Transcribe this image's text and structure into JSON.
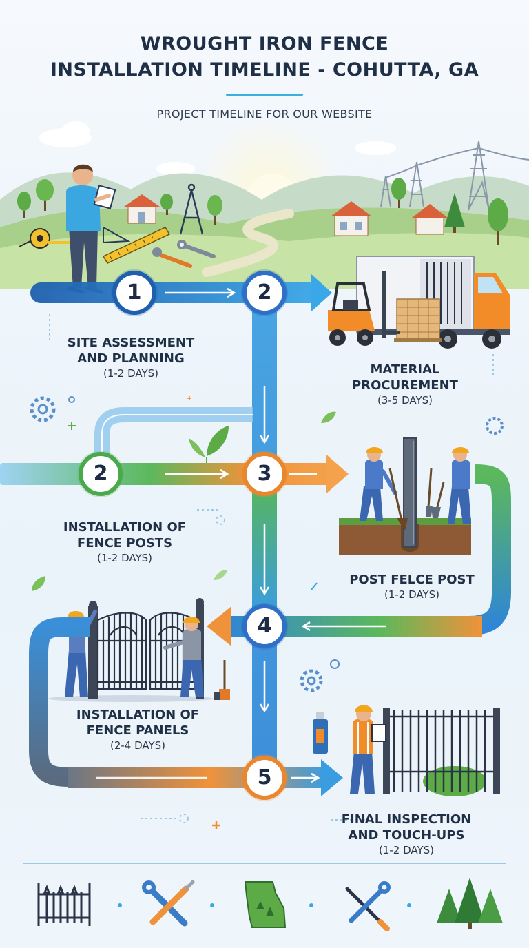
{
  "header": {
    "title_line1": "WROUGHT IRON FENCE",
    "title_line2": "INSTALLATION TIMELINE - COHUTTA, GA",
    "subtitle": "PROJECT TIMELINE FOR OUR WEBSITE"
  },
  "steps": [
    {
      "badge": "1",
      "title_line1": "SITE ASSESSMENT",
      "title_line2": "AND PLANNING",
      "duration": "(1-2 DAYS)"
    },
    {
      "badge": "2",
      "title_line1": "MATERIAL",
      "title_line2": "PROCUREMENT",
      "duration": "(3-5 DAYS)"
    },
    {
      "badge": "2",
      "title_line1": "INSTALLATION OF",
      "title_line2": "FENCE POSTS",
      "duration": "(1-2 DAYS)"
    },
    {
      "badge": "3",
      "title_line1": "POST FELCE POST",
      "duration": "(1-2 DAYS)"
    },
    {
      "badge": "4",
      "title_line1": "INSTALLATION OF",
      "title_line2": "FENCE PANELS",
      "duration": "(2-4 DAYS)"
    },
    {
      "badge": "5",
      "title_line1": "FINAL INSPECTION",
      "title_line2": "AND TOUCH-UPS",
      "duration": "(1-2 DAYS)"
    }
  ],
  "footer_icons": [
    "fence-icon",
    "wrench-screwdriver-icon",
    "georgia-map-icon",
    "tools-icon",
    "pine-trees-icon"
  ],
  "colors": {
    "title": "#1f2f45",
    "blue_path": "#2f86d6",
    "green_path": "#5cb85c",
    "orange_path": "#f0923a",
    "accent": "#3aaedc"
  }
}
